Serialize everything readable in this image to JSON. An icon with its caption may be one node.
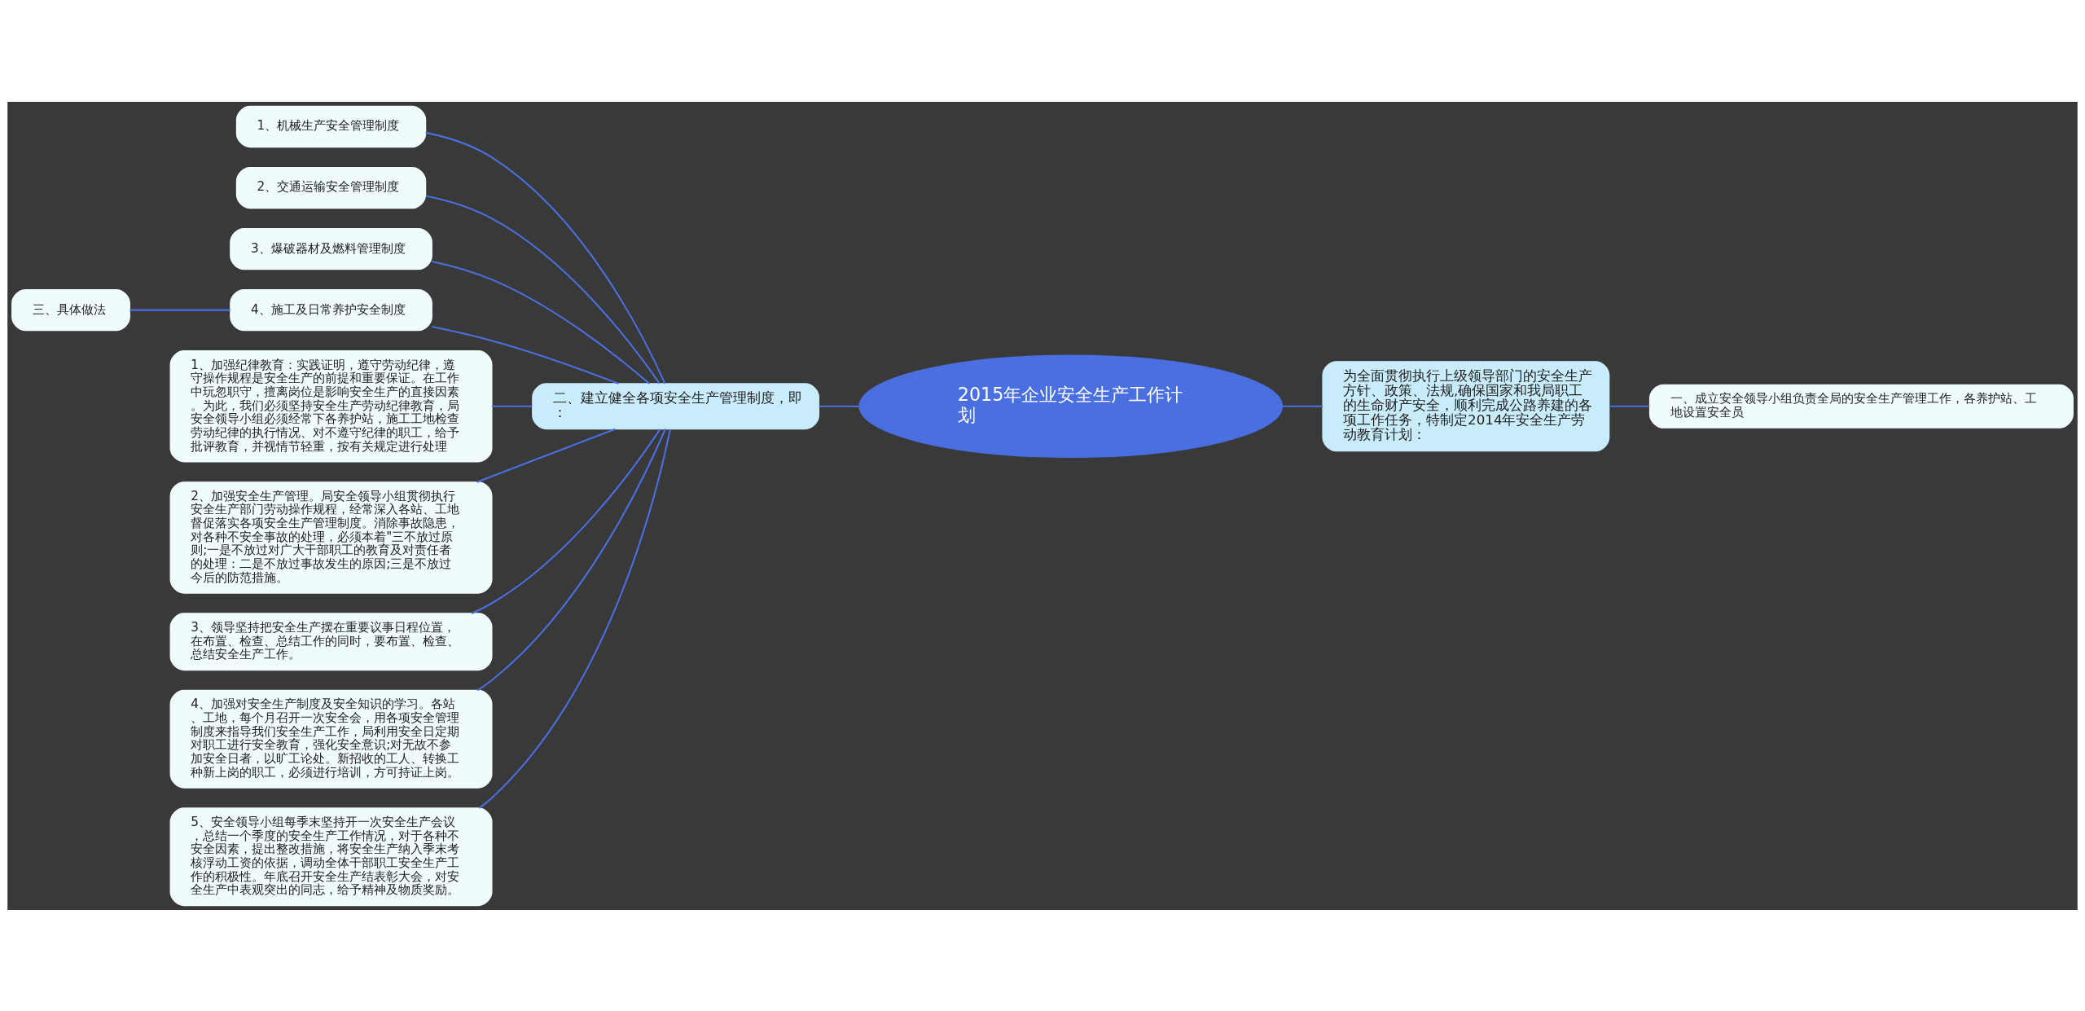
{
  "diagram": {
    "nodes": [
      {
        "text": [
          "2015年企业安全生产工作计划"
        ]
      },
      {
        "text": [
          "为全面贯彻执行上级领导部门的安全生产方针、政策、法规,确保国家和我局职工的生命财产安全，顺利完成公路养建的各项工作任务，特制定2014年安全生产劳动教育计划："
        ]
      },
      {
        "text": [
          "一、成立安全领导小组负责全局的安全生产管理工作，各养护站、工地设置安全员"
        ]
      },
      {
        "text": [
          "二、建立健全各项安全生产管理制度，即："
        ]
      },
      {
        "text": [
          "1、机械生产安全管理制度"
        ]
      },
      {
        "text": [
          "2、交通运输安全管理制度"
        ]
      },
      {
        "text": [
          "3、爆破器材及燃料管理制度"
        ]
      },
      {
        "text": [
          "4、施工及日常养护安全制度"
        ]
      },
      {
        "text": [
          "三、具体做法"
        ]
      },
      {
        "text": [
          "1、加强纪律教育：实践证明，遵守劳动纪律，遵守操作规程是安全生产的前提和重要保证。在工作中玩忽职守，擅离岗位是影响安全生产的直接因素。为此，我们必须坚持安全生产劳动纪律教育，局安全领导小组必须经常下各养护站，施工工地检查劳动纪律的执行情况、对不遵守纪律的职工，给予批评教育，并视情节轻重，按有关规定进行处理"
        ]
      },
      {
        "text": [
          "2、加强安全生产管理。局安全领导小组贯彻执行安全生产部门劳动操作规程，经常深入各站、工地督促落实各项安全生产管理制度。消除事故隐患，对各种不安全事故的处理，必须本着\"三不放过原则;一是不放过对广大干部职工的教育及对责任者的处理：二是不放过事故发生的原因;三是不放过今后的防范措施。"
        ]
      },
      {
        "text": [
          "3、领导坚持把安全生产摆在重要议事日程位置，在布置、检查、总结工作的同时，要布置、检查、总结安全生产工作。"
        ]
      },
      {
        "text": [
          "4、加强对安全生产制度及安全知识的学习。各站、工地，每个月召开一次安全会，用各项安全管理制度来指导我们安全生产工作，局利用安全日定期对职工进行安全教育，强化安全意识;对无故不参加安全日者，以旷工论处。新招收的工人、转换工种新上岗的职工，必须进行培训，方可持证上岗。"
        ]
      },
      {
        "text": [
          "5、安全领导小组每季末坚持开一次安全生产会议，总结一个季度的安全生产工作情况，对于各种不安全因素，提出整改措施，将安全生产纳入季末考核浮动工资的依据，调动全体干部职工安全生产工作的积极性。年底召开安全生产结表彰大会，对安全生产中表观突出的同志，给予精神及物质奖励。"
        ]
      }
    ],
    "edges": [
      {
        "from": 0,
        "to": 1,
        "arrow": "none"
      },
      {
        "from": 1,
        "to": 2,
        "arrow": "none"
      },
      {
        "from": 0,
        "to": 3,
        "arrow": "none"
      },
      {
        "from": 3,
        "to": 4,
        "arrow": "none"
      },
      {
        "from": 3,
        "to": 5,
        "arrow": "none"
      },
      {
        "from": 3,
        "to": 6,
        "arrow": "none"
      },
      {
        "from": 3,
        "to": 7,
        "arrow": "none"
      },
      {
        "from": 7,
        "to": 8,
        "arrow": "none"
      },
      {
        "from": 3,
        "to": 9,
        "arrow": "none"
      },
      {
        "from": 3,
        "to": 10,
        "arrow": "none"
      },
      {
        "from": 3,
        "to": 11,
        "arrow": "none"
      },
      {
        "from": 3,
        "to": 12,
        "arrow": "none"
      },
      {
        "from": 3,
        "to": 13,
        "arrow": "none"
      }
    ]
  }
}
